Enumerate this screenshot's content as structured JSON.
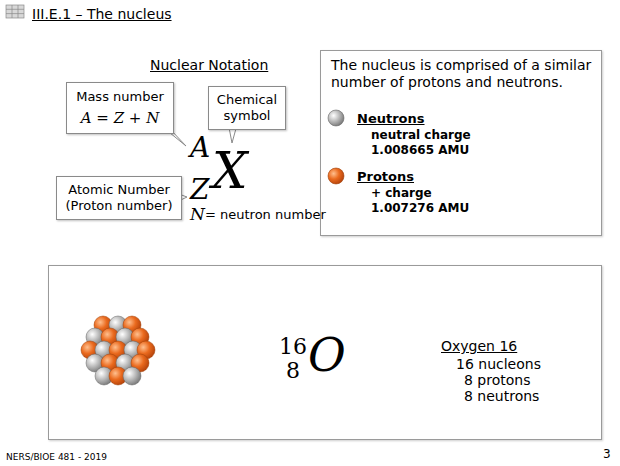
{
  "diagram": {
    "title": "III.E.1 – The nucleus",
    "nodes": [
      {
        "text": [
          "Mass number",
          "A = Z + N"
        ]
      },
      {
        "text": [
          "Chemical symbol"
        ]
      },
      {
        "text": [
          "Atomic Number (Proton number)"
        ]
      },
      {
        "text": [
          "The nucleus is comprised of a similar number of protons and neutrons.",
          "Neutrons",
          "neutral charge",
          "1.008665 AMU",
          "Protons",
          "+ charge",
          "1.007276 AMU"
        ]
      },
      {
        "text": [
          "16",
          "8",
          "O",
          "Oxygen 16",
          "16 nucleons",
          "8 protons",
          "8 neutrons"
        ]
      }
    ],
    "labels": [
      "Nuclear Notation",
      "A",
      "Z",
      "X",
      "N",
      "= neutron number",
      "NERS/BIOE 481 - 2019",
      "3"
    ]
  }
}
